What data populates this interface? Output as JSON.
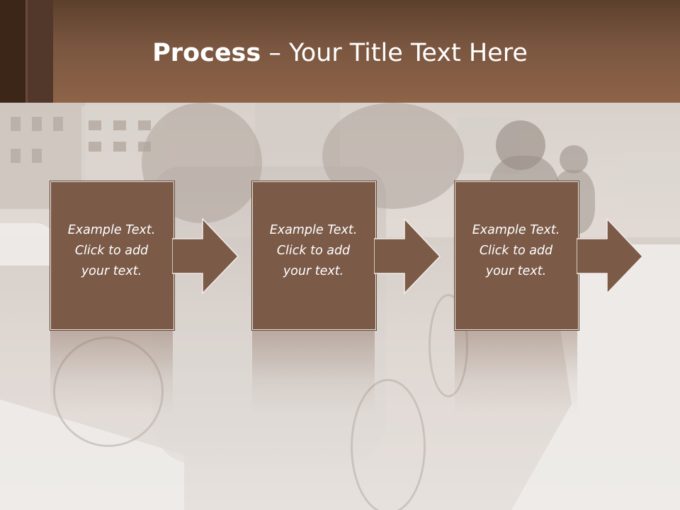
{
  "title": {
    "bold": "Process",
    "rest": " – Your Title Text Here"
  },
  "steps": [
    {
      "line1": "Example Text.",
      "line2": "Click  to add",
      "line3": "your text."
    },
    {
      "line1": "Example Text.",
      "line2": "Click  to add",
      "line3": "your text."
    },
    {
      "line1": "Example Text.",
      "line2": "Click  to add",
      "line3": "your text."
    }
  ],
  "colors": {
    "box": "#7b5a48",
    "header": "#7a5640",
    "header_dark": "#3c2618"
  }
}
